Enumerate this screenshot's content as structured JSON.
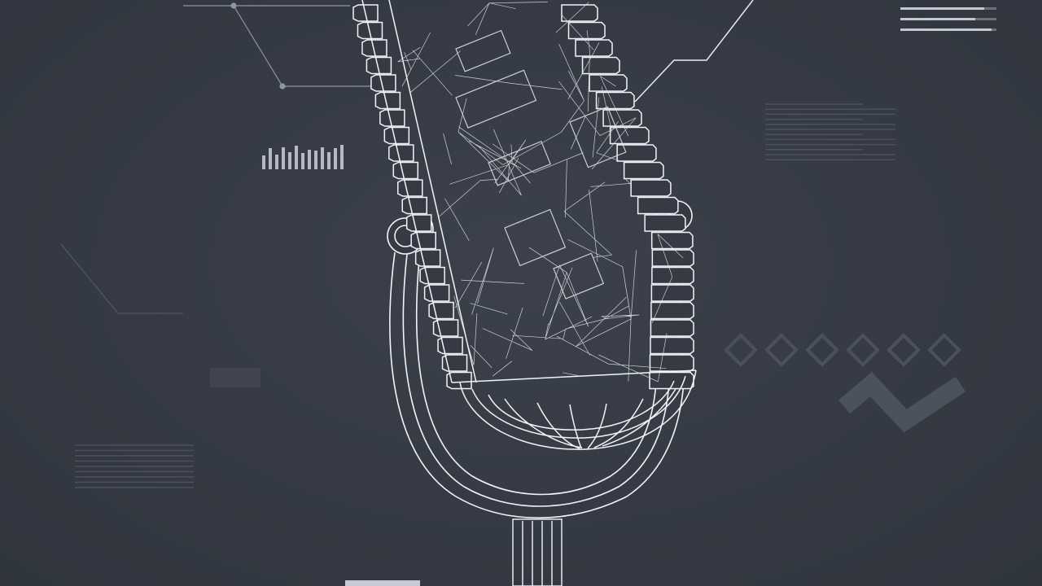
{
  "image": {
    "subject": "microphone-wireframe-illustration",
    "palette": {
      "background": "#353a44",
      "line": "#f2f4f7",
      "accent_faint": "#8f96a3",
      "accent_dim": "#5a606c"
    },
    "decorations": {
      "mini_bar_chart_levels": [
        0.55,
        0.85,
        0.6,
        0.9,
        0.7,
        0.95,
        0.65,
        0.8,
        0.75,
        0.9,
        0.7,
        0.85,
        1.0
      ],
      "top_right_bar_fill": [
        0.87,
        0.78,
        0.95
      ],
      "diamond_count": 6
    }
  }
}
